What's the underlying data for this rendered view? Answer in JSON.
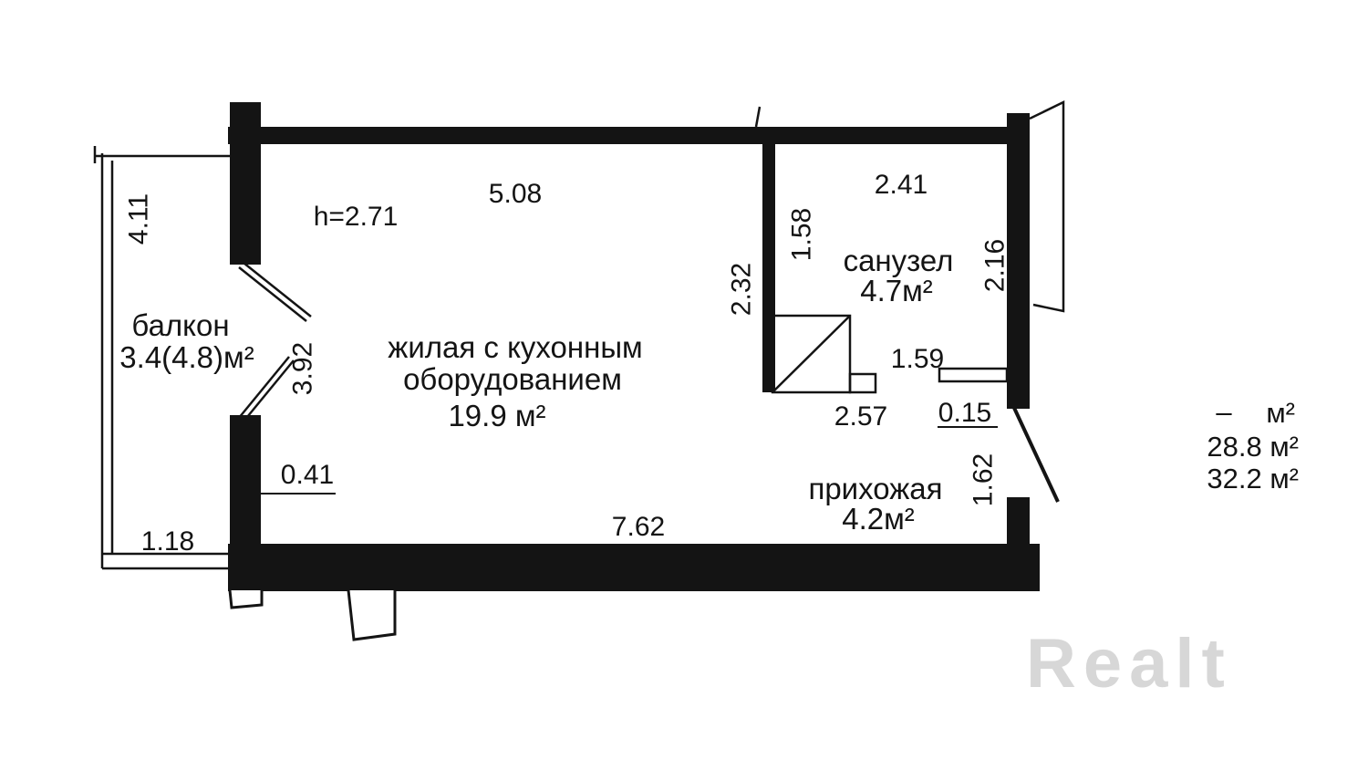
{
  "plan": {
    "height_note": "h=2.71",
    "rooms": {
      "living": {
        "name_line1": "жилая с кухонным",
        "name_line2": "оборудованием",
        "area": "19.9 м²"
      },
      "balcony": {
        "name": "балкон",
        "area": "3.4(4.8)м²"
      },
      "bathroom": {
        "name": "санузел",
        "area": "4.7м²"
      },
      "hallway": {
        "name": "прихожая",
        "area": "4.2м²"
      }
    },
    "dimensions": {
      "living_top_width": "5.08",
      "bathroom_top_width": "2.41",
      "balcony_left_height": "4.11",
      "balcony_bottom_width": "1.18",
      "balcony_opening_height": "3.92",
      "wall_offset": "0.41",
      "bottom_width": "7.62",
      "partition_height": "2.32",
      "bathroom_left_depth": "1.58",
      "bathroom_right_depth": "2.16",
      "bathroom_bottom_width": "2.57",
      "bath_door_width": "1.59",
      "jamb_width": "0.15",
      "hallway_right_height": "1.62"
    }
  },
  "summary": {
    "row1_value": "–",
    "row1_unit": "м²",
    "row2": "28.8 м²",
    "row3": "32.2 м²"
  },
  "watermark": "Realt",
  "colors": {
    "ink": "#141414",
    "watermark": "#d7d7d7",
    "background": "#ffffff"
  }
}
